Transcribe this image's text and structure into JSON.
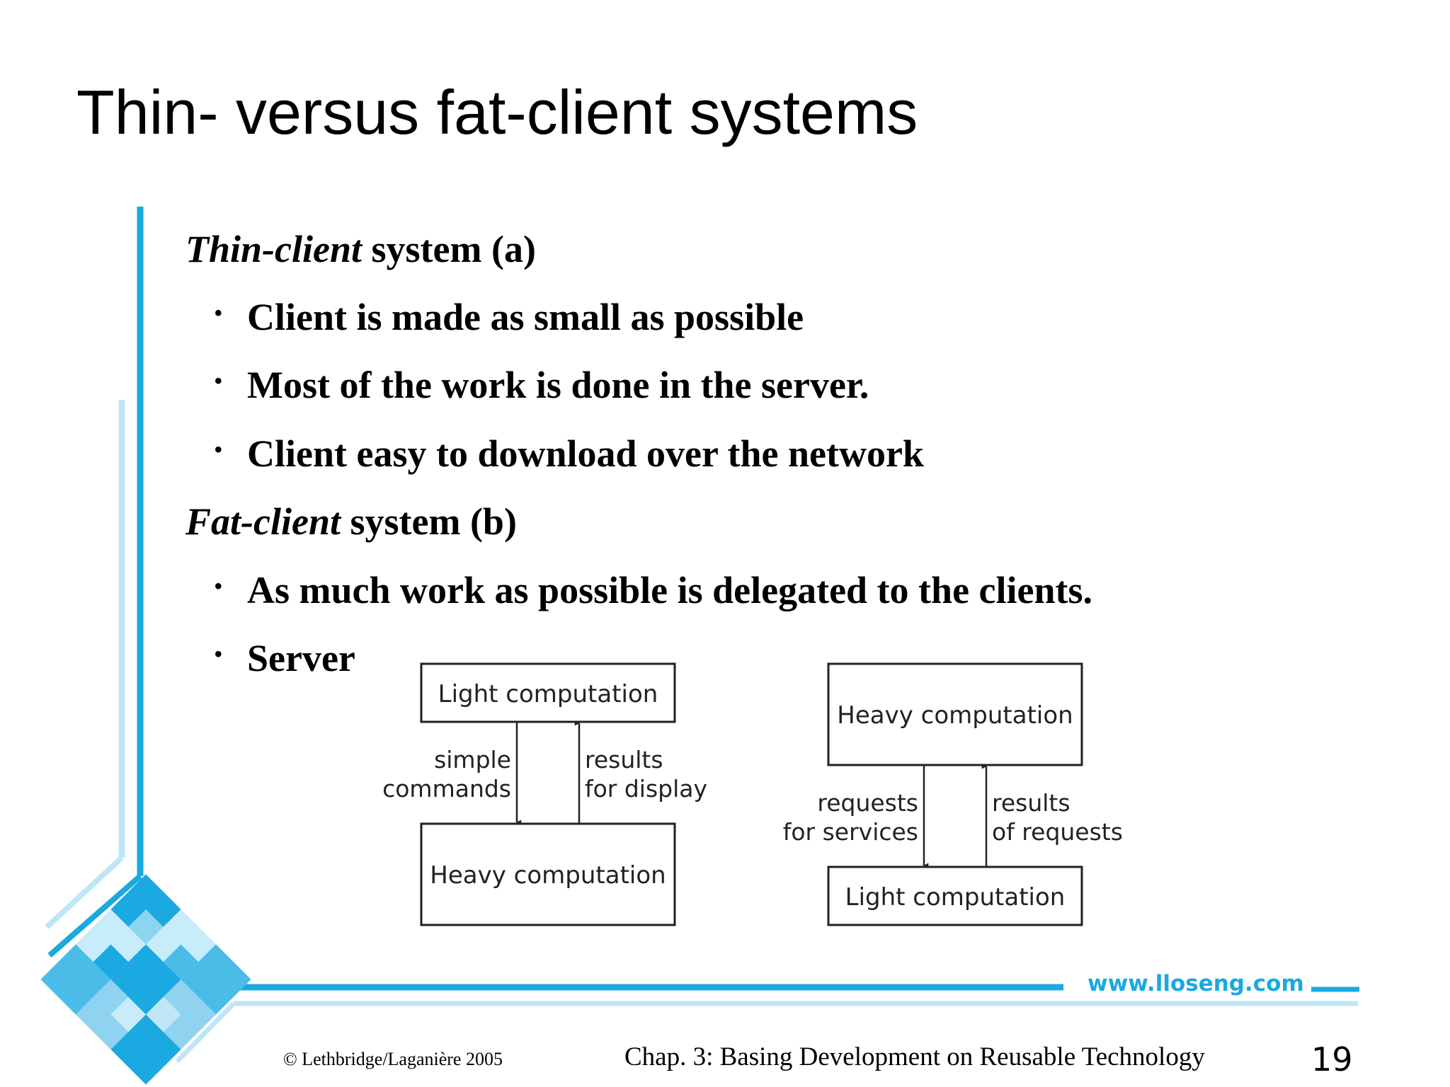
{
  "slide": {
    "title": "Thin- versus fat-client systems",
    "thin_heading_italic": "Thin-client",
    "thin_heading_rest": " system (a)",
    "thin_bullets": [
      "Client is made as small as possible",
      "Most of the work is done in the server.",
      "Client easy to download over the network"
    ],
    "fat_heading_italic": "Fat-client",
    "fat_heading_rest": " system (b)",
    "fat_bullets": [
      "As much work as possible is delegated to the clients.",
      "Server"
    ],
    "bullet_glyph": "•"
  },
  "diagram_a": {
    "top_box": "Light computation",
    "bottom_box": "Heavy computation",
    "down_label_1": "simple",
    "down_label_2": "commands",
    "up_label_1": "results",
    "up_label_2": "for display"
  },
  "diagram_b": {
    "top_box": "Heavy computation",
    "bottom_box": "Light computation",
    "down_label_1": "requests",
    "down_label_2": "for services",
    "up_label_1": "results",
    "up_label_2": "of requests"
  },
  "footer": {
    "copyright": "© Lethbridge/Laganière 2005",
    "chapter": "Chap. 3: Basing Development on Reusable Technology",
    "page_number": "19",
    "website": "www.lloseng.com"
  },
  "colors": {
    "accent_blue": "#1aa9e0",
    "light_blue": "#bfe6f7",
    "text": "#000000"
  }
}
